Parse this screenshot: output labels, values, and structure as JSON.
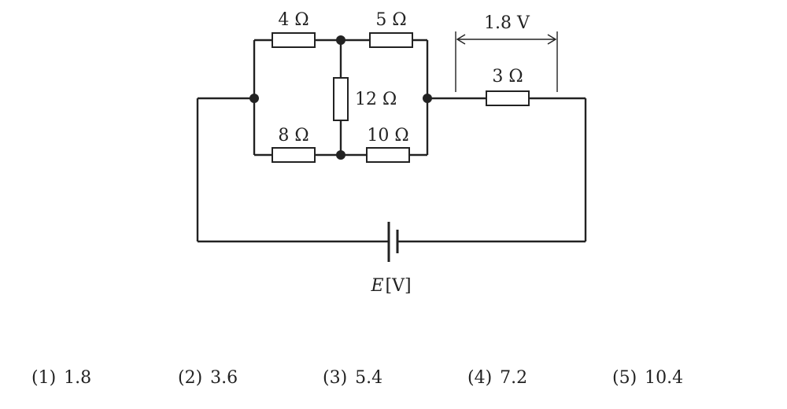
{
  "circuit": {
    "resistors": {
      "r_top_left": "4 Ω",
      "r_top_right": "5 Ω",
      "r_middle": "12 Ω",
      "r_bottom_left": "8 Ω",
      "r_bottom_right": "10 Ω",
      "r_series": "3 Ω"
    },
    "voltmeter_reading": "1.8 V",
    "source": {
      "symbol": "E",
      "unit": "[V]"
    }
  },
  "choices": [
    {
      "num": "(1)",
      "value": "1.8"
    },
    {
      "num": "(2)",
      "value": "3.6"
    },
    {
      "num": "(3)",
      "value": "5.4"
    },
    {
      "num": "(4)",
      "value": "7.2"
    },
    {
      "num": "(5)",
      "value": "10.4"
    }
  ]
}
